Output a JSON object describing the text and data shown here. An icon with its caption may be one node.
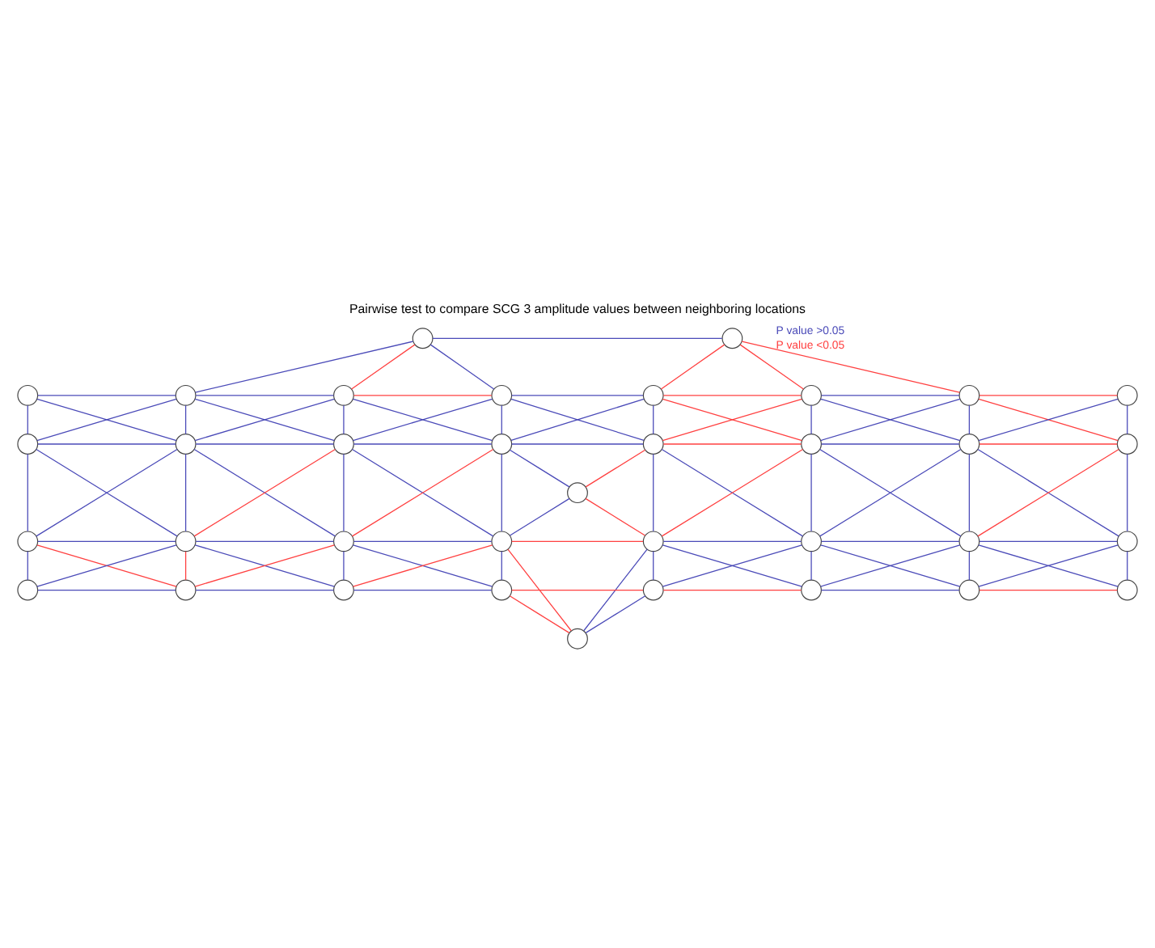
{
  "diagram": {
    "title": "Pairwise test to compare SCG 3 amplitude values between neighboring locations",
    "nodes": [
      {
        "text": [],
        "shape": "circle"
      },
      {
        "text": [],
        "shape": "circle"
      },
      {
        "text": [],
        "shape": "circle"
      },
      {
        "text": [],
        "shape": "circle"
      },
      {
        "text": [],
        "shape": "circle"
      },
      {
        "text": [],
        "shape": "circle"
      },
      {
        "text": [],
        "shape": "circle"
      },
      {
        "text": [],
        "shape": "circle"
      },
      {
        "text": [],
        "shape": "circle"
      },
      {
        "text": [],
        "shape": "circle"
      },
      {
        "text": [],
        "shape": "circle"
      },
      {
        "text": [],
        "shape": "circle"
      },
      {
        "text": [],
        "shape": "circle"
      },
      {
        "text": [],
        "shape": "circle"
      },
      {
        "text": [],
        "shape": "circle"
      },
      {
        "text": [],
        "shape": "circle"
      },
      {
        "text": [],
        "shape": "circle"
      },
      {
        "text": [],
        "shape": "circle"
      },
      {
        "text": [],
        "shape": "circle"
      },
      {
        "text": [],
        "shape": "circle"
      },
      {
        "text": [],
        "shape": "circle"
      },
      {
        "text": [],
        "shape": "circle"
      },
      {
        "text": [],
        "shape": "circle"
      },
      {
        "text": [],
        "shape": "circle"
      },
      {
        "text": [],
        "shape": "circle"
      },
      {
        "text": [],
        "shape": "circle"
      },
      {
        "text": [],
        "shape": "circle"
      },
      {
        "text": [],
        "shape": "circle"
      },
      {
        "text": [],
        "shape": "circle"
      },
      {
        "text": [],
        "shape": "circle"
      },
      {
        "text": [],
        "shape": "circle"
      },
      {
        "text": [],
        "shape": "circle"
      },
      {
        "text": [],
        "shape": "circle"
      },
      {
        "text": [],
        "shape": "circle"
      },
      {
        "text": [],
        "shape": "circle"
      },
      {
        "text": [],
        "shape": "circle"
      }
    ],
    "edges": [
      {
        "from": 0,
        "to": 1,
        "arrow": "none"
      },
      {
        "from": 0,
        "to": 3,
        "arrow": "none"
      },
      {
        "from": 0,
        "to": 4,
        "arrow": "none",
        "color": "#ff4040"
      },
      {
        "from": 0,
        "to": 5,
        "arrow": "none"
      },
      {
        "from": 1,
        "to": 6,
        "arrow": "none",
        "color": "#ff4040"
      },
      {
        "from": 1,
        "to": 7,
        "arrow": "none",
        "color": "#ff4040"
      },
      {
        "from": 1,
        "to": 8,
        "arrow": "none",
        "color": "#ff4040"
      },
      {
        "from": 2,
        "to": 3,
        "arrow": "none"
      },
      {
        "from": 3,
        "to": 4,
        "arrow": "none"
      },
      {
        "from": 4,
        "to": 5,
        "arrow": "none",
        "color": "#ff4040"
      },
      {
        "from": 5,
        "to": 6,
        "arrow": "none"
      },
      {
        "from": 6,
        "to": 7,
        "arrow": "none",
        "color": "#ff4040"
      },
      {
        "from": 7,
        "to": 8,
        "arrow": "none"
      },
      {
        "from": 8,
        "to": 9,
        "arrow": "none",
        "color": "#ff4040"
      },
      {
        "from": 10,
        "to": 11,
        "arrow": "none"
      },
      {
        "from": 11,
        "to": 12,
        "arrow": "none"
      },
      {
        "from": 12,
        "to": 13,
        "arrow": "none"
      },
      {
        "from": 13,
        "to": 14,
        "arrow": "none"
      },
      {
        "from": 14,
        "to": 15,
        "arrow": "none",
        "color": "#ff4040"
      },
      {
        "from": 15,
        "to": 16,
        "arrow": "none"
      },
      {
        "from": 16,
        "to": 17,
        "arrow": "none",
        "color": "#ff4040"
      },
      {
        "from": 19,
        "to": 20,
        "arrow": "none"
      },
      {
        "from": 20,
        "to": 21,
        "arrow": "none"
      },
      {
        "from": 21,
        "to": 22,
        "arrow": "none"
      },
      {
        "from": 22,
        "to": 23,
        "arrow": "none",
        "color": "#ff4040"
      },
      {
        "from": 23,
        "to": 24,
        "arrow": "none"
      },
      {
        "from": 24,
        "to": 25,
        "arrow": "none"
      },
      {
        "from": 25,
        "to": 26,
        "arrow": "none"
      },
      {
        "from": 27,
        "to": 28,
        "arrow": "none"
      },
      {
        "from": 28,
        "to": 29,
        "arrow": "none"
      },
      {
        "from": 29,
        "to": 30,
        "arrow": "none"
      },
      {
        "from": 30,
        "to": 31,
        "arrow": "none",
        "color": "#ff4040"
      },
      {
        "from": 31,
        "to": 32,
        "arrow": "none",
        "color": "#ff4040"
      },
      {
        "from": 32,
        "to": 33,
        "arrow": "none"
      },
      {
        "from": 33,
        "to": 34,
        "arrow": "none",
        "color": "#ff4040"
      },
      {
        "from": 2,
        "to": 10,
        "arrow": "none"
      },
      {
        "from": 10,
        "to": 19,
        "arrow": "none"
      },
      {
        "from": 19,
        "to": 27,
        "arrow": "none"
      },
      {
        "from": 3,
        "to": 11,
        "arrow": "none"
      },
      {
        "from": 11,
        "to": 20,
        "arrow": "none"
      },
      {
        "from": 20,
        "to": 28,
        "arrow": "none",
        "color": "#ff4040"
      },
      {
        "from": 4,
        "to": 12,
        "arrow": "none"
      },
      {
        "from": 12,
        "to": 21,
        "arrow": "none"
      },
      {
        "from": 21,
        "to": 29,
        "arrow": "none"
      },
      {
        "from": 5,
        "to": 13,
        "arrow": "none"
      },
      {
        "from": 13,
        "to": 22,
        "arrow": "none"
      },
      {
        "from": 22,
        "to": 30,
        "arrow": "none"
      },
      {
        "from": 6,
        "to": 14,
        "arrow": "none"
      },
      {
        "from": 14,
        "to": 23,
        "arrow": "none"
      },
      {
        "from": 23,
        "to": 31,
        "arrow": "none"
      },
      {
        "from": 7,
        "to": 15,
        "arrow": "none"
      },
      {
        "from": 15,
        "to": 24,
        "arrow": "none"
      },
      {
        "from": 24,
        "to": 32,
        "arrow": "none"
      },
      {
        "from": 8,
        "to": 16,
        "arrow": "none"
      },
      {
        "from": 16,
        "to": 25,
        "arrow": "none"
      },
      {
        "from": 25,
        "to": 33,
        "arrow": "none"
      },
      {
        "from": 9,
        "to": 17,
        "arrow": "none"
      },
      {
        "from": 17,
        "to": 26,
        "arrow": "none"
      },
      {
        "from": 26,
        "to": 34,
        "arrow": "none"
      },
      {
        "from": 2,
        "to": 11,
        "arrow": "none"
      },
      {
        "from": 3,
        "to": 10,
        "arrow": "none"
      },
      {
        "from": 3,
        "to": 12,
        "arrow": "none"
      },
      {
        "from": 4,
        "to": 11,
        "arrow": "none"
      },
      {
        "from": 4,
        "to": 13,
        "arrow": "none"
      },
      {
        "from": 5,
        "to": 12,
        "arrow": "none"
      },
      {
        "from": 5,
        "to": 14,
        "arrow": "none"
      },
      {
        "from": 13,
        "to": 6,
        "arrow": "none"
      },
      {
        "from": 6,
        "to": 15,
        "arrow": "none",
        "color": "#ff4040"
      },
      {
        "from": 7,
        "to": 14,
        "arrow": "none",
        "color": "#ff4040"
      },
      {
        "from": 7,
        "to": 16,
        "arrow": "none"
      },
      {
        "from": 8,
        "to": 15,
        "arrow": "none"
      },
      {
        "from": 8,
        "to": 17,
        "arrow": "none",
        "color": "#ff4040"
      },
      {
        "from": 9,
        "to": 16,
        "arrow": "none"
      },
      {
        "from": 10,
        "to": 20,
        "arrow": "none"
      },
      {
        "from": 11,
        "to": 19,
        "arrow": "none"
      },
      {
        "from": 11,
        "to": 21,
        "arrow": "none"
      },
      {
        "from": 12,
        "to": 20,
        "arrow": "none",
        "color": "#ff4040"
      },
      {
        "from": 12,
        "to": 22,
        "arrow": "none"
      },
      {
        "from": 13,
        "to": 21,
        "arrow": "none",
        "color": "#ff4040"
      },
      {
        "from": 13,
        "to": 18,
        "arrow": "none"
      },
      {
        "from": 14,
        "to": 18,
        "arrow": "none",
        "color": "#ff4040"
      },
      {
        "from": 18,
        "to": 22,
        "arrow": "none"
      },
      {
        "from": 18,
        "to": 23,
        "arrow": "none",
        "color": "#ff4040"
      },
      {
        "from": 14,
        "to": 24,
        "arrow": "none"
      },
      {
        "from": 15,
        "to": 23,
        "arrow": "none",
        "color": "#ff4040"
      },
      {
        "from": 15,
        "to": 25,
        "arrow": "none"
      },
      {
        "from": 16,
        "to": 24,
        "arrow": "none"
      },
      {
        "from": 16,
        "to": 26,
        "arrow": "none"
      },
      {
        "from": 17,
        "to": 25,
        "arrow": "none",
        "color": "#ff4040"
      },
      {
        "from": 19,
        "to": 28,
        "arrow": "none",
        "color": "#ff4040"
      },
      {
        "from": 20,
        "to": 27,
        "arrow": "none"
      },
      {
        "from": 20,
        "to": 29,
        "arrow": "none"
      },
      {
        "from": 21,
        "to": 28,
        "arrow": "none",
        "color": "#ff4040"
      },
      {
        "from": 21,
        "to": 30,
        "arrow": "none"
      },
      {
        "from": 22,
        "to": 29,
        "arrow": "none",
        "color": "#ff4040"
      },
      {
        "from": 22,
        "to": 35,
        "arrow": "none",
        "color": "#ff4040"
      },
      {
        "from": 30,
        "to": 35,
        "arrow": "none",
        "color": "#ff4040"
      },
      {
        "from": 23,
        "to": 35,
        "arrow": "none"
      },
      {
        "from": 31,
        "to": 35,
        "arrow": "none"
      },
      {
        "from": 23,
        "to": 32,
        "arrow": "none"
      },
      {
        "from": 24,
        "to": 31,
        "arrow": "none"
      },
      {
        "from": 24,
        "to": 33,
        "arrow": "none"
      },
      {
        "from": 25,
        "to": 32,
        "arrow": "none"
      },
      {
        "from": 25,
        "to": 34,
        "arrow": "none"
      },
      {
        "from": 26,
        "to": 33,
        "arrow": "none"
      }
    ],
    "legend": [
      {
        "text": "P value >0.05",
        "color": "#4a4ab8"
      },
      {
        "text": "P value <0.05",
        "color": "#ff4040"
      }
    ]
  }
}
